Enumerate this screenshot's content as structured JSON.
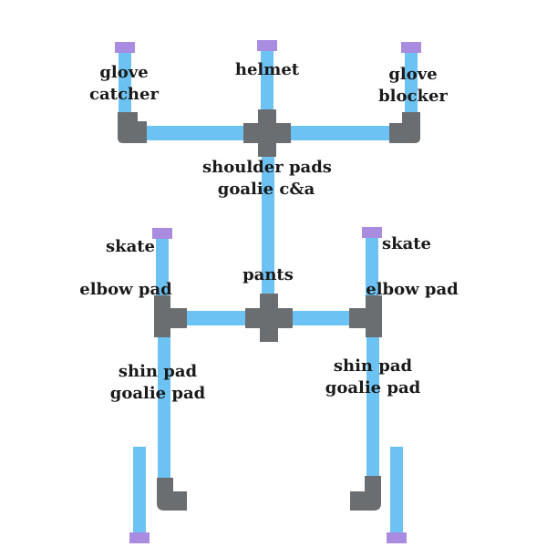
{
  "colors": {
    "pipe": "#6cc3f3",
    "fitting": "#6b6e70",
    "cap": "#a98be0",
    "text": "#1a1a1a"
  },
  "labels": {
    "glove_catcher": [
      "glove",
      "catcher"
    ],
    "helmet": "helmet",
    "glove_blocker": [
      "glove",
      "blocker"
    ],
    "shoulder": [
      "shoulder pads",
      "goalie c&a"
    ],
    "skate_left": "skate",
    "skate_right": "skate",
    "pants": "pants",
    "elbow_left": "elbow pad",
    "elbow_right": "elbow pad",
    "shin_left": [
      "shin pad",
      "goalie pad"
    ],
    "shin_right": [
      "shin pad",
      "goalie pad"
    ]
  }
}
